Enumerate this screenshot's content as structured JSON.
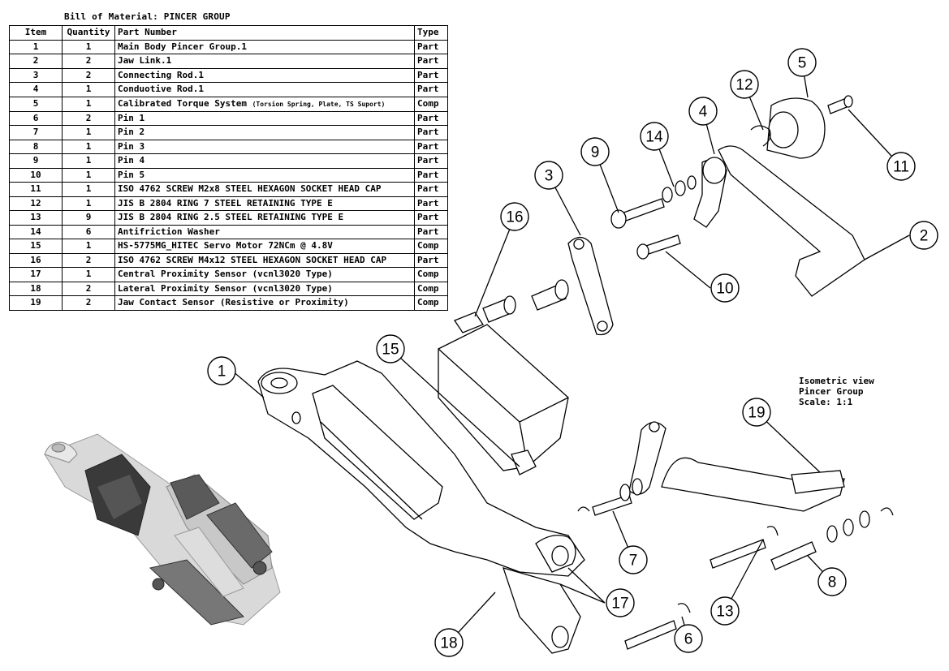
{
  "bom": {
    "title": "Bill of Material: PINCER GROUP",
    "headers": [
      "Item",
      "Quantity",
      "Part Number",
      "Type"
    ],
    "rows": [
      {
        "item": "1",
        "qty": "1",
        "part": "Main Body Pincer Group.1",
        "note": "",
        "type": "Part"
      },
      {
        "item": "2",
        "qty": "2",
        "part": "Jaw Link.1",
        "note": "",
        "type": "Part"
      },
      {
        "item": "3",
        "qty": "2",
        "part": "Connecting Rod.1",
        "note": "",
        "type": "Part"
      },
      {
        "item": "4",
        "qty": "1",
        "part": "Conduotive Rod.1",
        "note": "",
        "type": "Part"
      },
      {
        "item": "5",
        "qty": "1",
        "part": "Calibrated Torque System",
        "note": "(Torsion Spring, Plate, TS Suport)",
        "type": "Comp"
      },
      {
        "item": "6",
        "qty": "2",
        "part": "Pin 1",
        "note": "",
        "type": "Part"
      },
      {
        "item": "7",
        "qty": "1",
        "part": "Pin 2",
        "note": "",
        "type": "Part"
      },
      {
        "item": "8",
        "qty": "1",
        "part": "Pin 3",
        "note": "",
        "type": "Part"
      },
      {
        "item": "9",
        "qty": "1",
        "part": "Pin 4",
        "note": "",
        "type": "Part"
      },
      {
        "item": "10",
        "qty": "1",
        "part": "Pin 5",
        "note": "",
        "type": "Part"
      },
      {
        "item": "11",
        "qty": "1",
        "part": "ISO 4762 SCREW M2x8 STEEL HEXAGON SOCKET HEAD CAP",
        "note": "",
        "type": "Part"
      },
      {
        "item": "12",
        "qty": "1",
        "part": "JIS B 2804 RING 7 STEEL RETAINING TYPE E",
        "note": "",
        "type": "Part"
      },
      {
        "item": "13",
        "qty": "9",
        "part": "JIS B 2804 RING 2.5 STEEL RETAINING TYPE E",
        "note": "",
        "type": "Part"
      },
      {
        "item": "14",
        "qty": "6",
        "part": "Antifriction Washer",
        "note": "",
        "type": "Part"
      },
      {
        "item": "15",
        "qty": "1",
        "part": "HS-5775MG_HITEC Servo Motor 72NCm @ 4.8V",
        "note": "",
        "type": "Comp"
      },
      {
        "item": "16",
        "qty": "2",
        "part": "ISO 4762 SCREW M4x12 STEEL HEXAGON SOCKET HEAD CAP",
        "note": "",
        "type": "Part"
      },
      {
        "item": "17",
        "qty": "1",
        "part": "Central Proximity Sensor (vcnl3020 Type)",
        "note": "",
        "type": "Comp"
      },
      {
        "item": "18",
        "qty": "2",
        "part": "Lateral Proximity Sensor (vcnl3020 Type)",
        "note": "",
        "type": "Comp"
      },
      {
        "item": "19",
        "qty": "2",
        "part": "Jaw Contact Sensor (Resistive or Proximity)",
        "note": "",
        "type": "Comp"
      }
    ]
  },
  "view_note": {
    "line1": "Isometric view",
    "line2": "Pincer Group",
    "line3": "Scale:  1:1"
  },
  "balloons": [
    "1",
    "2",
    "3",
    "4",
    "5",
    "6",
    "7",
    "8",
    "9",
    "10",
    "11",
    "12",
    "13",
    "14",
    "15",
    "16",
    "17",
    "18",
    "19"
  ]
}
